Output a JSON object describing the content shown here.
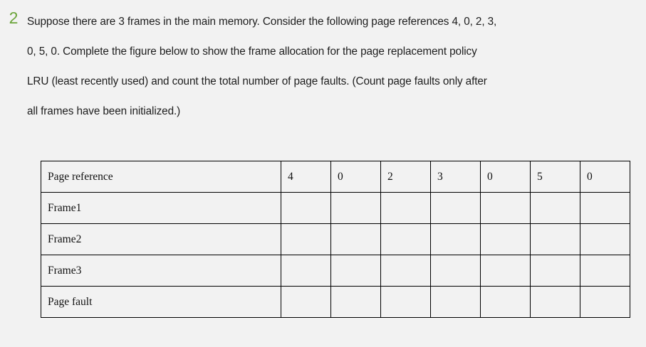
{
  "question": {
    "number": "2",
    "number_color": "#6ba43a",
    "lines": [
      "Suppose there are 3 frames in the main memory. Consider the following page references 4, 0, 2, 3,",
      "0, 5, 0. Complete the figure below to show the frame allocation for the page replacement policy",
      "LRU (least recently used) and count the total number of page faults. (Count page faults only after",
      "all frames have been initialized.)"
    ]
  },
  "table": {
    "row_labels": {
      "page_reference": "Page reference",
      "frame1": "Frame1",
      "frame2": "Frame2",
      "frame3": "Frame3",
      "page_fault": "Page fault"
    },
    "page_references": [
      "4",
      "0",
      "2",
      "3",
      "0",
      "5",
      "0"
    ],
    "frame1_values": [
      "",
      "",
      "",
      "",
      "",
      "",
      ""
    ],
    "frame2_values": [
      "",
      "",
      "",
      "",
      "",
      "",
      ""
    ],
    "frame3_values": [
      "",
      "",
      "",
      "",
      "",
      "",
      ""
    ],
    "page_fault_values": [
      "",
      "",
      "",
      "",
      "",
      "",
      ""
    ],
    "colors": {
      "label_cell_background": "#fcd766",
      "reference_cell_background": "#8faadc",
      "empty_cell_background": "#f2f2f2",
      "border": "#000000"
    }
  },
  "page": {
    "background": "#f2f2f2"
  }
}
